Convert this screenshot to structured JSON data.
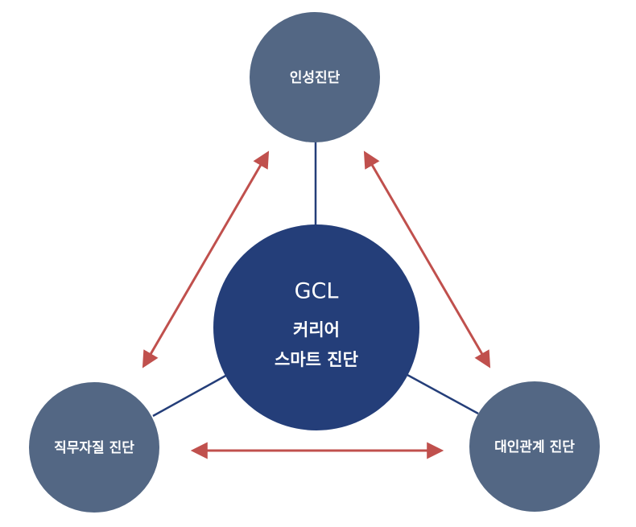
{
  "center": {
    "title": "GCL",
    "line1": "커리어",
    "line2": "스마트 진단"
  },
  "nodes": {
    "top": {
      "label": "인성진단"
    },
    "left": {
      "label": "직무자질 진단"
    },
    "right": {
      "label": "대인관계 진단"
    }
  },
  "colors": {
    "outer_node": "#536784",
    "center_node": "#243e79",
    "connector": "#243e79",
    "arrow": "#c0504d"
  }
}
